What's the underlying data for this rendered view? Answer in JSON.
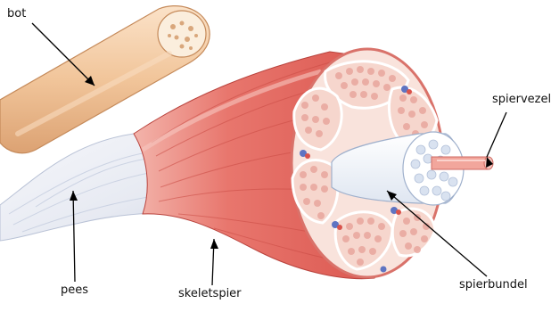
{
  "labels": {
    "bot": "bot",
    "pees": "pees",
    "skeletspier": "skeletspier",
    "spiervezel": "spiervezel",
    "spierbundel": "spierbundel"
  },
  "colors": {
    "bone": "#f1c59a",
    "tendon": "#eef1f6",
    "muscle": "#e66a63",
    "muscle_light": "#f0a39a",
    "fascicle_fill": "#f9e3dc",
    "fiber_cell": "#e9a79e",
    "perimysium": "#ffffff",
    "vessel_blue": "#5f74c2"
  }
}
